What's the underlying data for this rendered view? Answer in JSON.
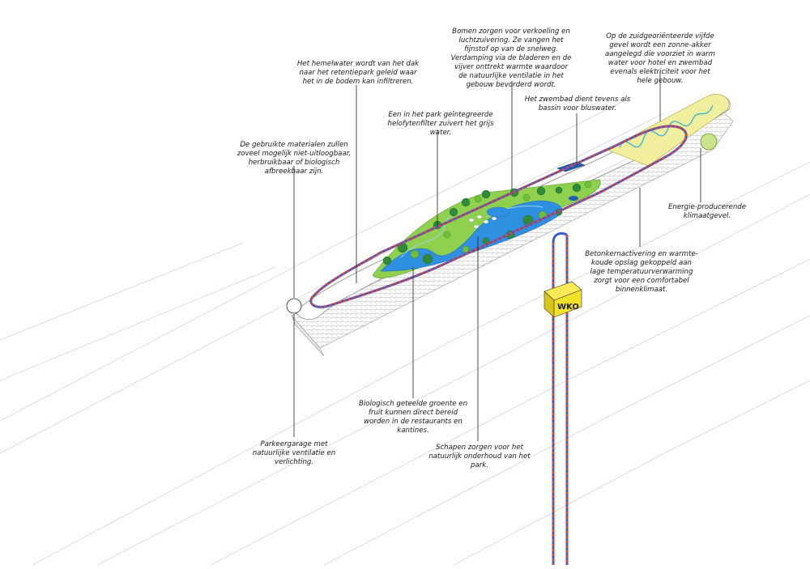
{
  "annotations": {
    "rainwater": "Het hemelwater wordt van het dak naar het retentiepark geleid waar het in de bodem kan infiltreren.",
    "trees": "Bomen zorgen voor verkoeling en luchtzuivering. Ze vangen het fijnstof op van de snelweg. Verdamping via de bladeren en de vijver onttrekt warmte waardoor de natuurlijke ventilatie in het gebouw bevorderd wordt.",
    "solar": "Op de zuidgeoriënteerde vijfde gevel wordt een zonne-akker aangelegd die voorziet in warm water voor hotel en zwembad evenals elektriciteit voor het hele gebouw.",
    "helophyte": "Een in het park geïntegreerde helofytenfilter zuivert het grijs water.",
    "pool": "Het zwembad dient tevens als bassin voor bluswater.",
    "materials": "De gebruikte materialen zullen zoveel mogelijk niet-uitloogbaar, herbruikbaar of biologisch afbreekbaar zijn.",
    "climate_facade": "Energie-producerende klimaatgevel.",
    "concrete": "Betonkernactivering en warmte-koude opslag gekoppeld aan lage temperatuurverwarming zorgt voor een comfortabel binnenklimaat.",
    "vegetables": "Biologisch geteelde groente en fruit kunnen direct bereid worden in de restaurants en kantines.",
    "parking": "Parkeergarage met natuurlijke ventilatie en verlichting.",
    "sheep": "Schapen zorgen voor het natuurlijk onderhoud van het park."
  },
  "wko_label": "WKO",
  "colors": {
    "pipe_red": "#e0443e",
    "pipe_blue": "#3a5fcd",
    "water": "#2f8fe0",
    "grass": "#8fd14f",
    "solar_field": "#f3f19a",
    "wko_box": "#f2e12a",
    "facade_circle": "#c9e48a"
  }
}
